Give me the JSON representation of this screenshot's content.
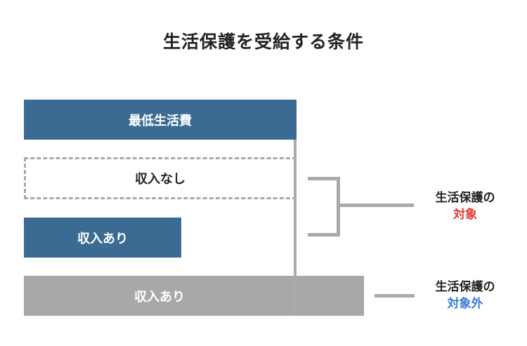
{
  "title": "生活保護を受給する条件",
  "boxes": {
    "minimum_living_cost": "最低生活費",
    "no_income": "収入なし",
    "with_income_small": "収入あり",
    "with_income_large": "収入あり"
  },
  "labels": {
    "target": {
      "line1": "生活保護の",
      "line2": "対象"
    },
    "excluded": {
      "line1": "生活保護の",
      "line2": "対象外"
    }
  },
  "colors": {
    "blue_box": "#3b6b93",
    "gray_box": "#a8a8a8",
    "connector": "#aaaaaa",
    "target_text": "#e03b3b",
    "excluded_text": "#3a7bd5"
  }
}
